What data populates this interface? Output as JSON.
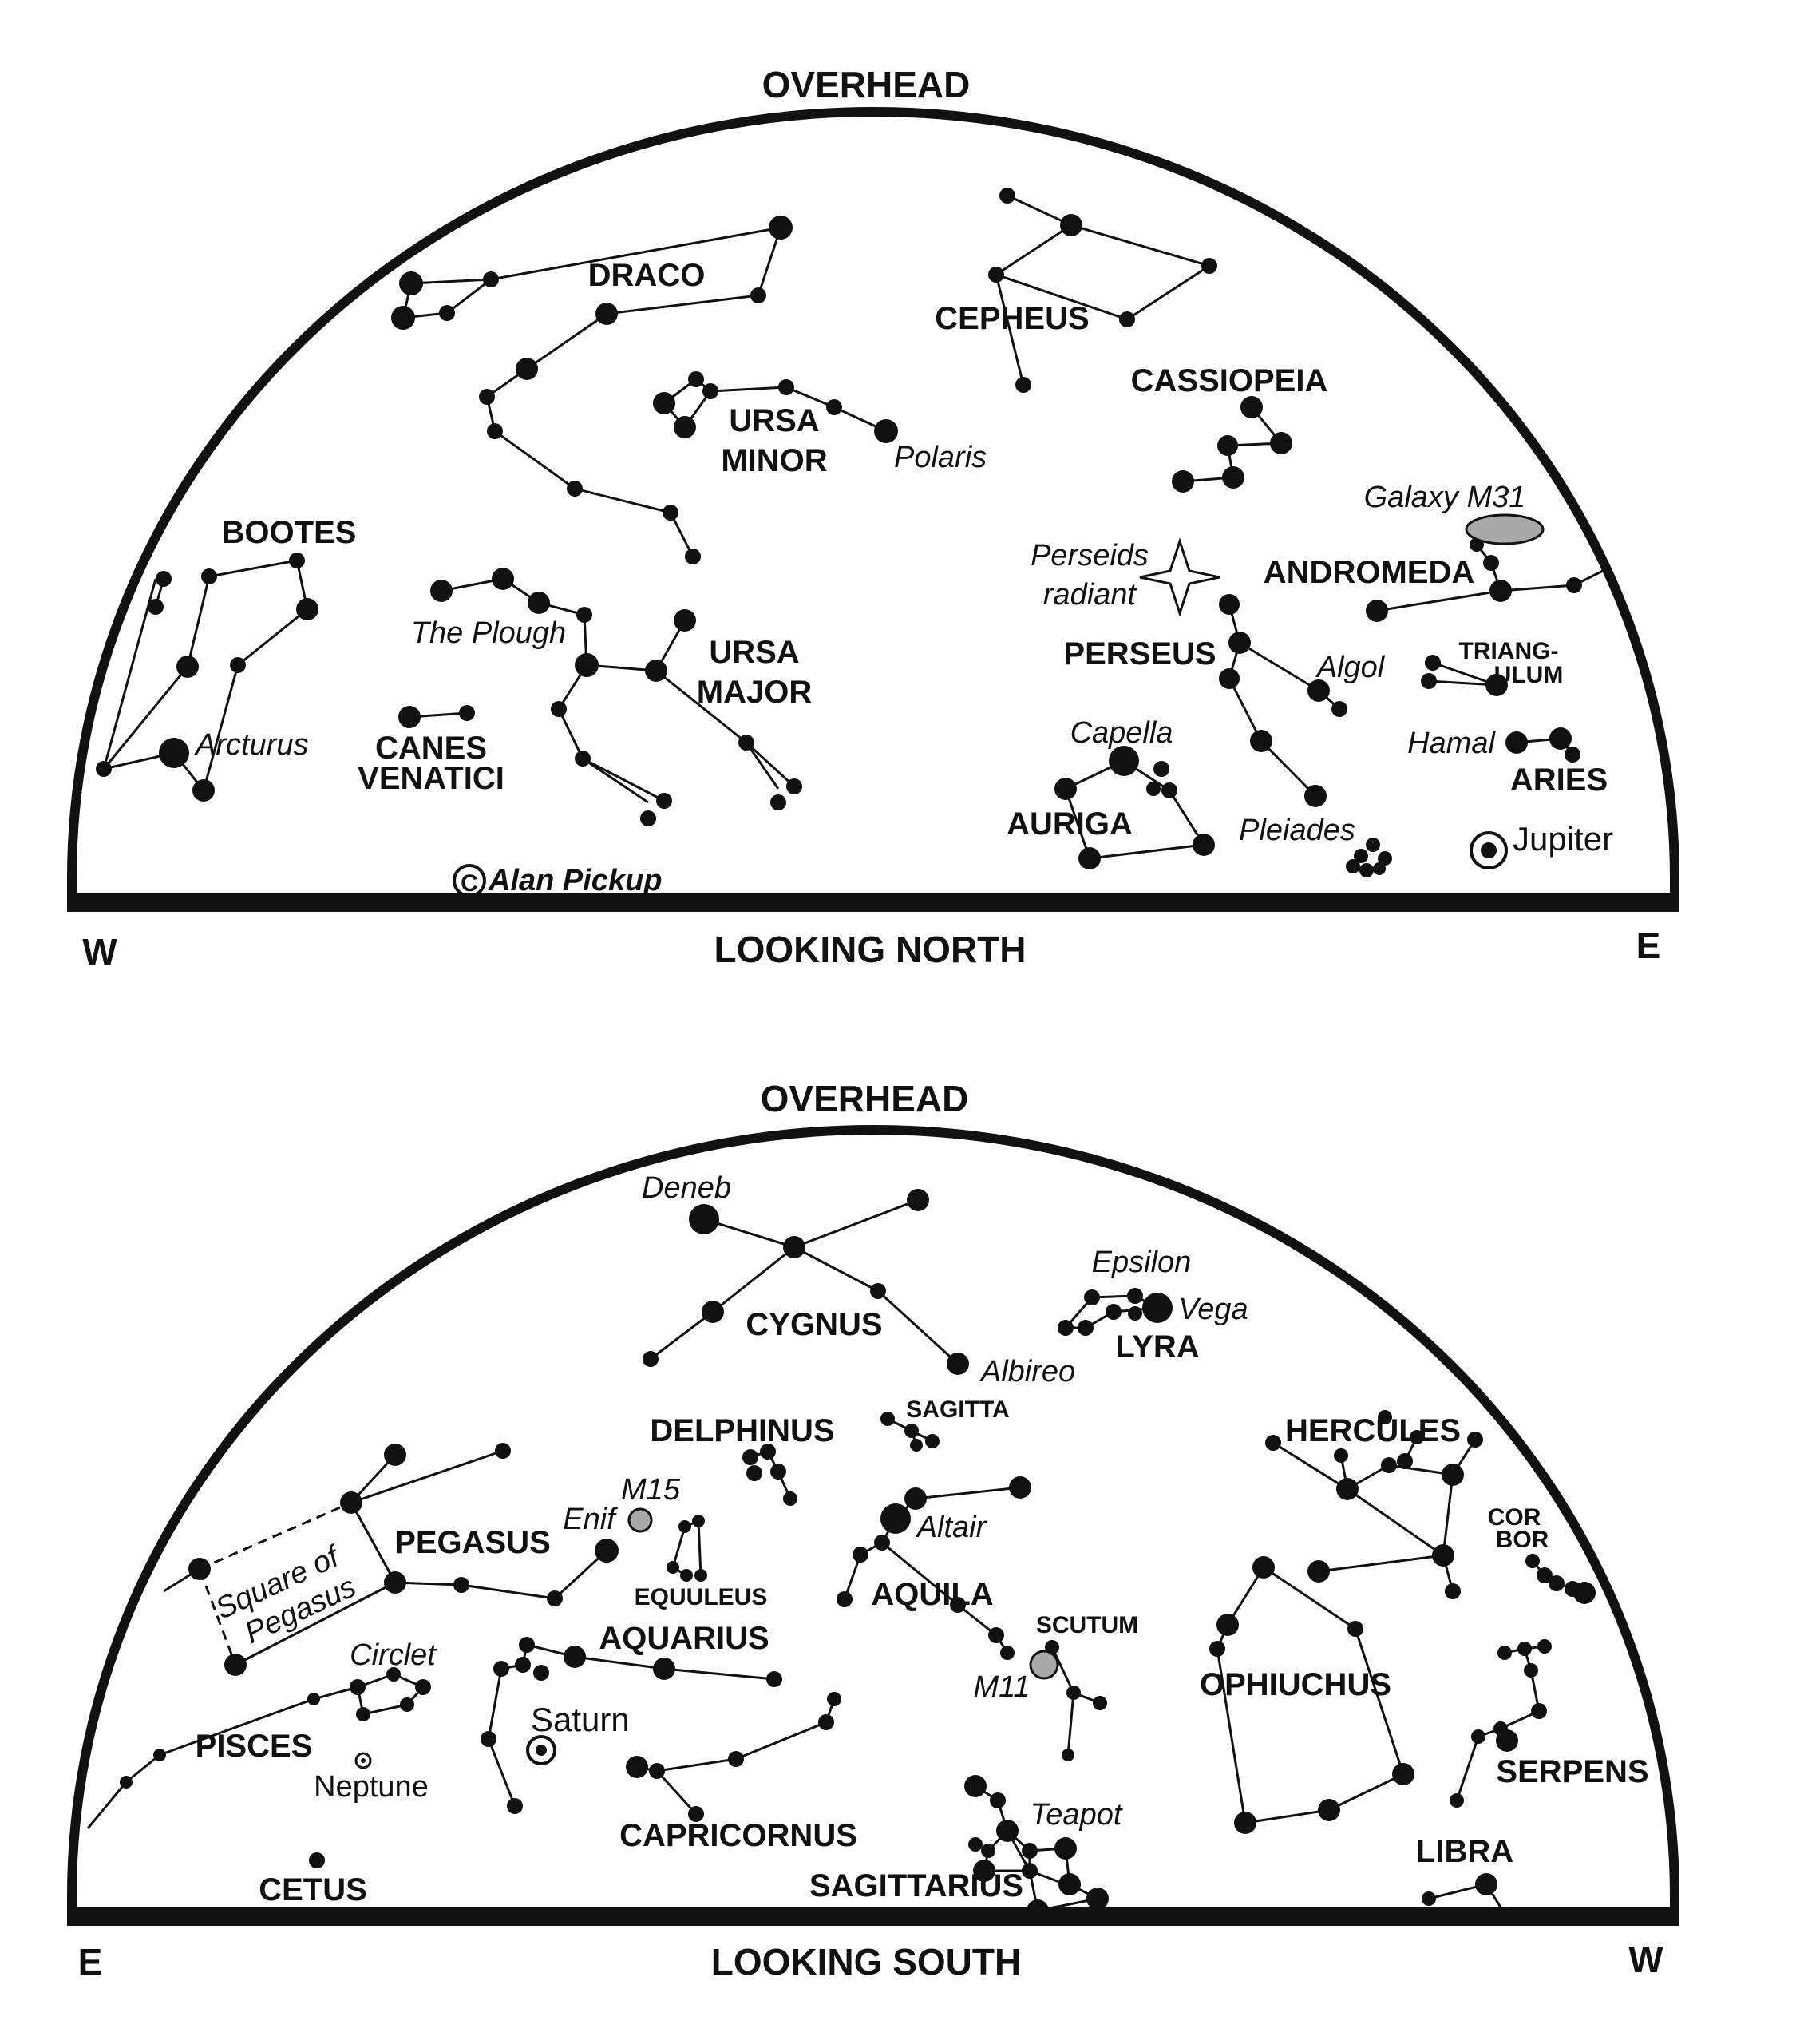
{
  "north": {
    "overhead": "OVERHEAD",
    "looking": "LOOKING NORTH",
    "left_dir": "W",
    "right_dir": "E",
    "credit": "Alan Pickup",
    "constellations": {
      "draco": "DRACO",
      "cepheus": "CEPHEUS",
      "cassiopeia": "CASSIOPEIA",
      "ursa_minor_1": "URSA",
      "ursa_minor_2": "MINOR",
      "bootes": "BOOTES",
      "ursa_major_1": "URSA",
      "ursa_major_2": "MAJOR",
      "canes_1": "CANES",
      "canes_2": "VENATICI",
      "andromeda": "ANDROMEDA",
      "perseus": "PERSEUS",
      "triangulum_1": "TRIANG-",
      "triangulum_2": "ULUM",
      "aries": "ARIES",
      "auriga": "AURIGA"
    },
    "stars": {
      "polaris": "Polaris",
      "arcturus": "Arcturus",
      "plough": "The Plough",
      "galaxy_m31": "Galaxy M31",
      "perseids_1": "Perseids",
      "perseids_2": "radiant",
      "algol": "Algol",
      "hamal": "Hamal",
      "capella": "Capella",
      "pleiades": "Pleiades"
    },
    "planets": {
      "jupiter": "Jupiter"
    }
  },
  "south": {
    "overhead": "OVERHEAD",
    "looking": "LOOKING SOUTH",
    "left_dir": "E",
    "right_dir": "W",
    "constellations": {
      "cygnus": "CYGNUS",
      "lyra": "LYRA",
      "delphinus": "DELPHINUS",
      "sagitta": "SAGITTA",
      "hercules": "HERCULES",
      "pegasus": "PEGASUS",
      "equuleus": "EQUULEUS",
      "aquila": "AQUILA",
      "scutum": "SCUTUM",
      "cor_bor_1": "COR",
      "cor_bor_2": "BOR",
      "aquarius": "AQUARIUS",
      "pisces": "PISCES",
      "ophiuchus": "OPHIUCHUS",
      "serpens": "SERPENS",
      "capricornus": "CAPRICORNUS",
      "sagittarius": "SAGITTARIUS",
      "libra": "LIBRA",
      "cetus": "CETUS"
    },
    "stars": {
      "deneb": "Deneb",
      "epsilon": "Epsilon",
      "vega": "Vega",
      "albireo": "Albireo",
      "m15": "M15",
      "enif": "Enif",
      "altair": "Altair",
      "square_1": "Square of",
      "square_2": "Pegasus",
      "circlet": "Circlet",
      "m11": "M11",
      "teapot": "Teapot"
    },
    "planets": {
      "saturn": "Saturn",
      "neptune": "Neptune"
    }
  }
}
